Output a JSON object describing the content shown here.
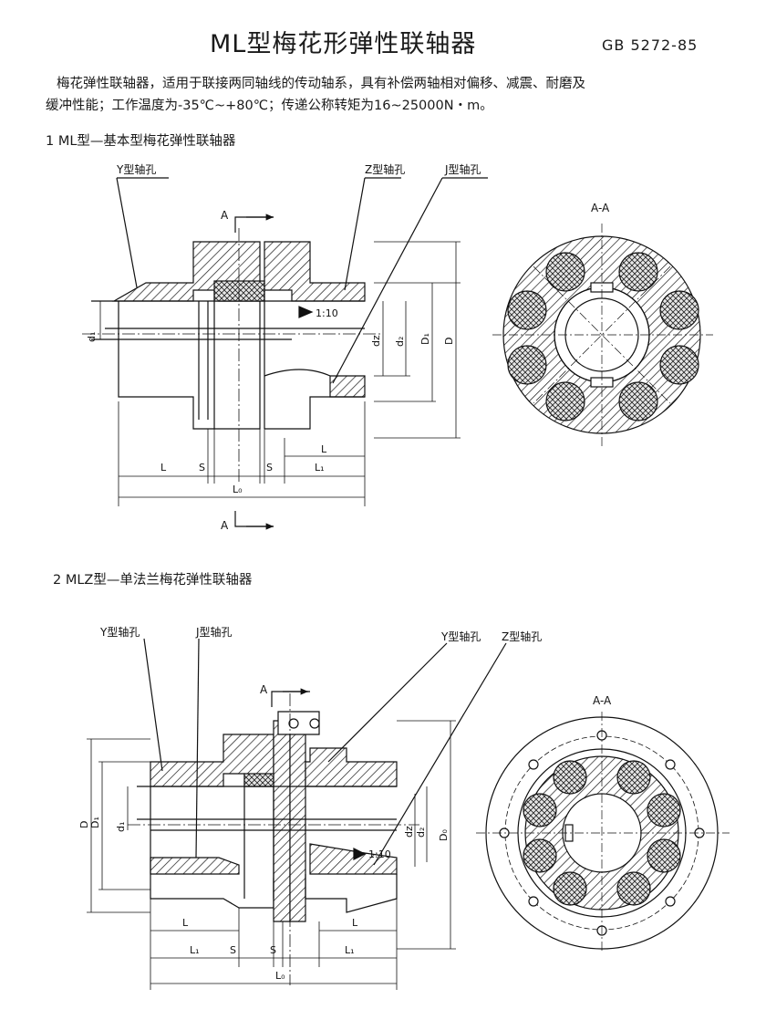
{
  "page": {
    "title": "ML型梅花形弹性联轴器",
    "standard": "GB  5272-85",
    "intro_line1": "梅花弹性联轴器，适用于联接两同轴线的传动轴系，具有补偿两轴相对偏移、减震、耐磨及",
    "intro_line2": "缓冲性能；工作温度为-35℃~+80℃；传递公称转矩为16~25000N・m。"
  },
  "section1": {
    "heading": "1  ML型—基本型梅花弹性联轴器",
    "labels": {
      "y_bore": "Y型轴孔",
      "z_bore": "Z型轴孔",
      "j_bore": "J型轴孔",
      "section_view": "A-A",
      "taper": "1:10",
      "section_mark": "A",
      "d1": "d₁",
      "dz": "dz",
      "d2": "d₂",
      "D1": "D₁",
      "D": "D",
      "L_left": "L",
      "S_left": "S",
      "S_right": "S",
      "L_right": "L",
      "L1": "L₁",
      "L0": "L₀"
    }
  },
  "section2": {
    "heading": "2  MLZ型—单法兰梅花弹性联轴器",
    "labels": {
      "y_bore_left": "Y型轴孔",
      "j_bore": "J型轴孔",
      "y_bore_right": "Y型轴孔",
      "z_bore": "Z型轴孔",
      "section_view": "A-A",
      "taper": "1:10",
      "section_mark": "A",
      "D": "D",
      "D1": "D₁",
      "d1": "d₁",
      "dz": "dz",
      "d2": "d₂",
      "D0": "D₀",
      "L_left": "L",
      "L_right": "L",
      "L1_left": "L₁",
      "S_left": "S",
      "S_right": "S",
      "L1_right": "L₁",
      "L0": "L₀"
    }
  }
}
